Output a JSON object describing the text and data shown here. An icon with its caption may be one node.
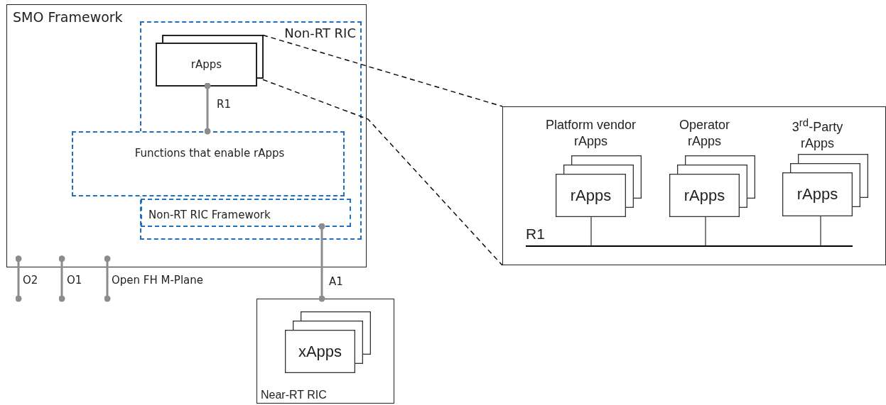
{
  "diagram": {
    "nodes": [
      {
        "text": [
          "SMO Framework"
        ]
      },
      {
        "text": [
          "Non-RT RIC"
        ],
        "in": 0
      },
      {
        "text": [
          "rApps"
        ],
        "in": 1
      },
      {
        "text": [
          "Non-RT RIC Framework"
        ],
        "in": 1
      },
      {
        "text": [
          "Functions that enable rApps"
        ],
        "in": 0
      },
      {
        "text": [
          "Near-RT RIC"
        ]
      },
      {
        "text": [
          "xApps"
        ],
        "in": 5
      },
      {
        "text": [],
        "shape": "box"
      },
      {
        "text": [
          "Platform vendor rApps",
          "rApps"
        ],
        "in": 7
      },
      {
        "text": [
          "Operator rApps",
          "rApps"
        ],
        "in": 7
      },
      {
        "text": [
          "3$^{rd}$-Party rApps",
          "rApps"
        ],
        "in": 7
      },
      {
        "text": [
          "R1"
        ],
        "in": 7
      }
    ],
    "edges": [
      {
        "from": 2,
        "to": 4,
        "arrow": "other",
        "label": "R1"
      },
      {
        "from": 3,
        "to": 5,
        "arrow": "other",
        "label": "A1"
      },
      {
        "from": 0,
        "to": null,
        "arrow": "other",
        "label": "O2"
      },
      {
        "from": 0,
        "to": null,
        "arrow": "other",
        "label": "O1"
      },
      {
        "from": 0,
        "to": null,
        "arrow": "other",
        "label": "Open FH M-Plane"
      },
      {
        "from": 2,
        "to": 7,
        "arrow": "none",
        "style": "dashed",
        "color": "#000000"
      },
      {
        "from": 2,
        "to": 7,
        "arrow": "none",
        "style": "dashed",
        "color": "#000000"
      },
      {
        "from": 8,
        "to": 11,
        "arrow": "none",
        "color": "#000000"
      },
      {
        "from": 9,
        "to": 11,
        "arrow": "none",
        "color": "#000000"
      },
      {
        "from": 10,
        "to": 11,
        "arrow": "none",
        "color": "#000000"
      }
    ]
  }
}
